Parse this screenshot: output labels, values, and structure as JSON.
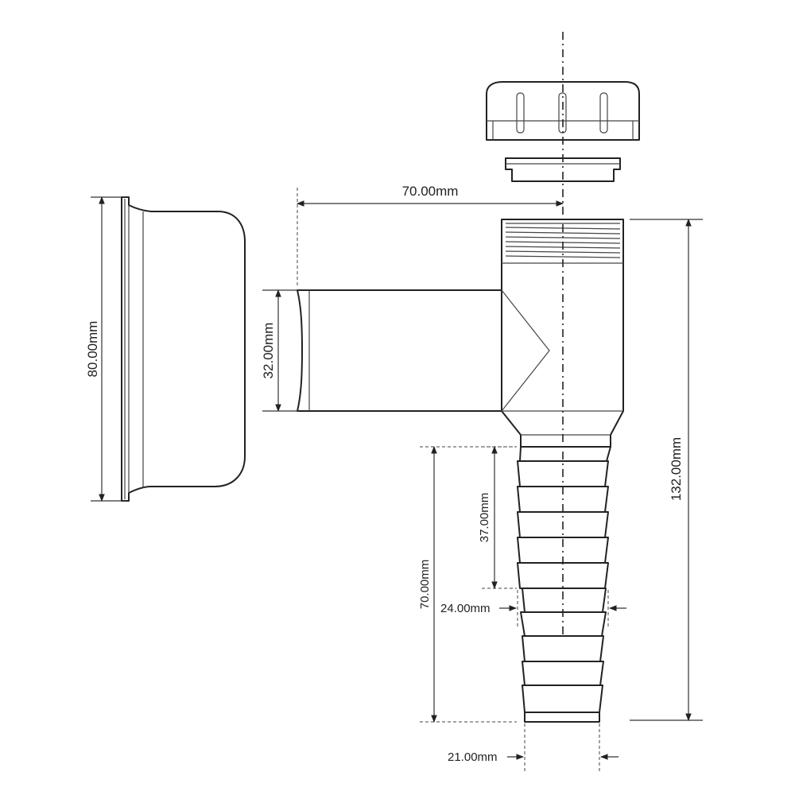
{
  "dimensions": {
    "arm_length": "70.00mm",
    "outlet_diameter": "32.00mm",
    "cap_diameter": "80.00mm",
    "overall_height": "132.00mm",
    "spigot_length": "70.00mm",
    "barb_section_length": "37.00mm",
    "max_barb_diameter": "24.00mm",
    "min_barb_diameter": "21.00mm"
  },
  "colors": {
    "line": "#222222",
    "background": "#ffffff"
  }
}
